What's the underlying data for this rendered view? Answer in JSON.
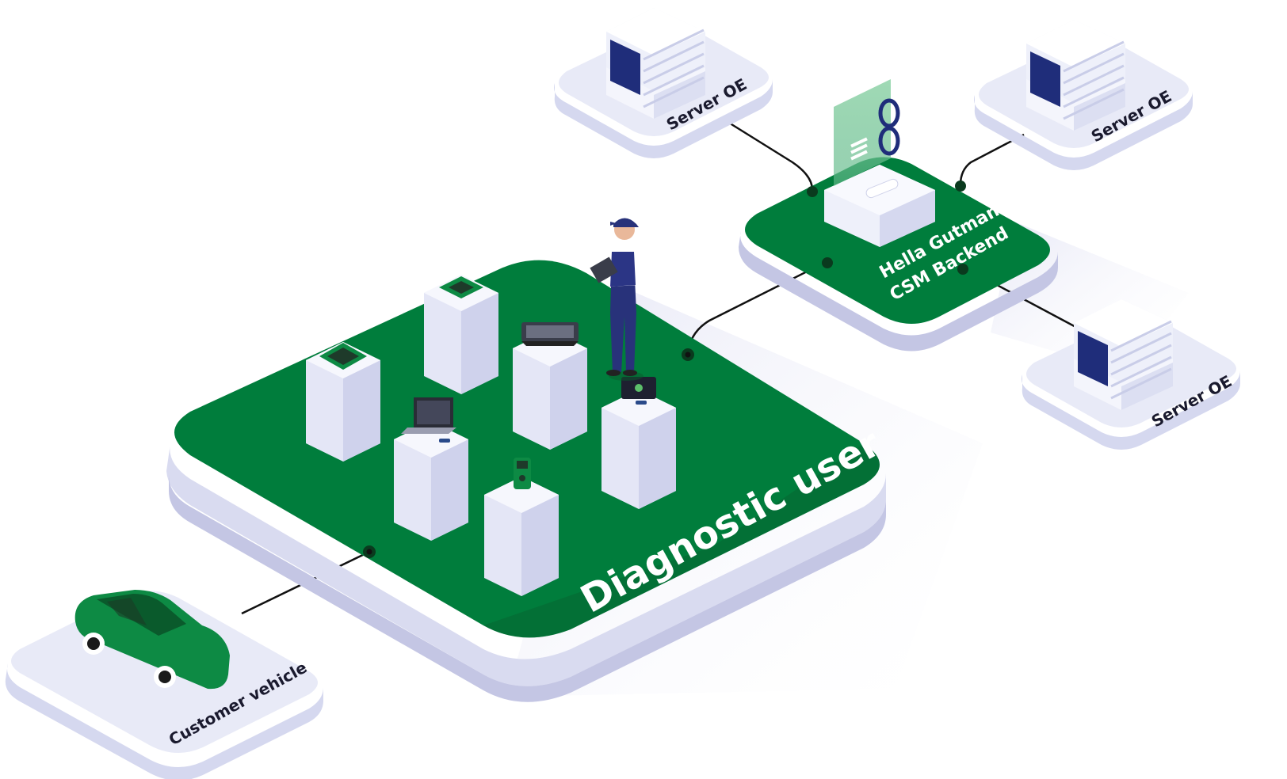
{
  "labels": {
    "diagnostic_user": "Diagnostic user",
    "backend_line1": "Hella Gutmann",
    "backend_line2": "CSM Backend",
    "server_oe": "Server OE",
    "customer_vehicle": "Customer vehicle"
  },
  "colors": {
    "platform_green": "#007d3c",
    "dark_green": "#0a5a2c",
    "platform_side": "#d9dbf0",
    "platform_shadow": "#c4c6e4",
    "server_body": "#eef0fa",
    "server_panel": "#1f2d7a",
    "connector": "#111111",
    "label_white": "#ffffff",
    "label_dark": "#1a1a2e"
  },
  "icons": {
    "server": "server-stack-icon",
    "car": "car-icon",
    "technician": "technician-figure",
    "laptop": "laptop-icon",
    "tablet": "tablet-icon",
    "handheld": "handheld-scanner-icon",
    "cloud_panel": "backend-hologram-icon"
  }
}
